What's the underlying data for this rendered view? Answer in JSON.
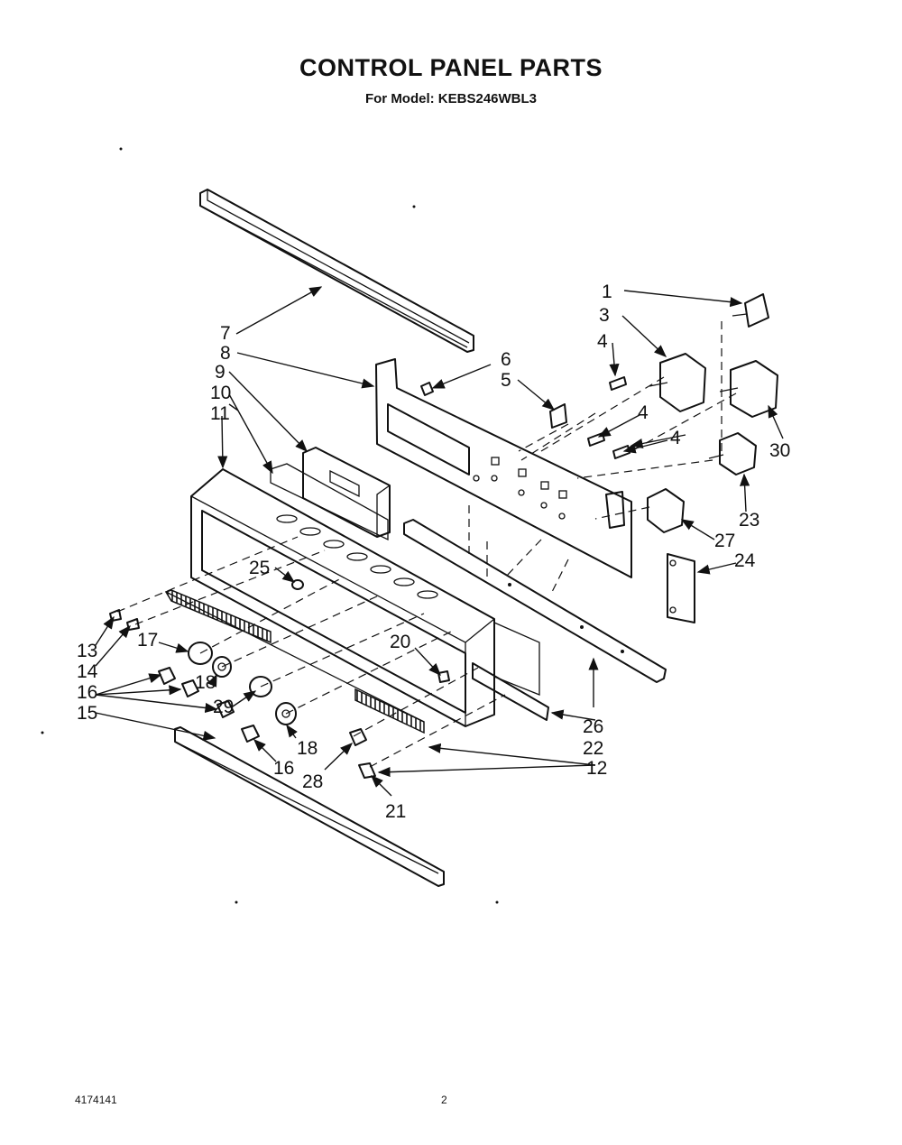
{
  "header": {
    "title": "CONTROL PANEL PARTS",
    "subtitle": "For Model: KEBS246WBL3"
  },
  "footer": {
    "doc_number": "4174141",
    "page_number": "2"
  },
  "callouts": {
    "c1": "1",
    "c3": "3",
    "c4a": "4",
    "c4b": "4",
    "c4c": "4",
    "c5": "5",
    "c6": "6",
    "c7": "7",
    "c8": "8",
    "c9": "9",
    "c10": "10",
    "c11": "11",
    "c12": "12",
    "c13": "13",
    "c14": "14",
    "c15": "15",
    "c16a": "16",
    "c16b": "16",
    "c17": "17",
    "c18a": "18",
    "c18b": "18",
    "c20": "20",
    "c21": "21",
    "c22": "22",
    "c23": "23",
    "c24": "24",
    "c25": "25",
    "c26": "26",
    "c27": "27",
    "c28": "28",
    "c29": "29",
    "c30": "30"
  },
  "colors": {
    "ink": "#111111",
    "paper": "#ffffff"
  }
}
